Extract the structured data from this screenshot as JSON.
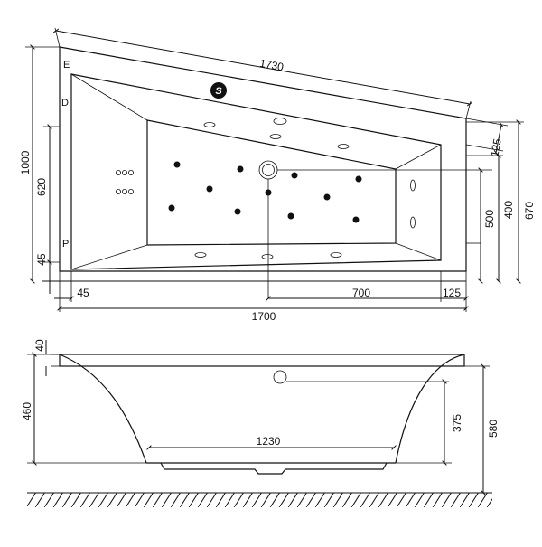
{
  "top_view": {
    "dimensions": {
      "diagonal_length": "1730",
      "right_slant": "125",
      "right_height_inner": "400",
      "right_height_total": "670",
      "right_height_drain": "500",
      "left_height_total": "1000",
      "left_height_inner": "620",
      "left_offset_bottom": "45",
      "bottom_left_offset": "45",
      "bottom_drain_to_end": "700",
      "bottom_right_offset": "125",
      "total_length": "1700"
    },
    "markers": {
      "e": "E",
      "d": "D",
      "p": "P",
      "s": "S"
    }
  },
  "side_view": {
    "dimensions": {
      "rim_thickness": "40",
      "left_depth": "460",
      "inner_bottom_length": "1230",
      "overflow_height": "375",
      "total_height": "580"
    }
  }
}
